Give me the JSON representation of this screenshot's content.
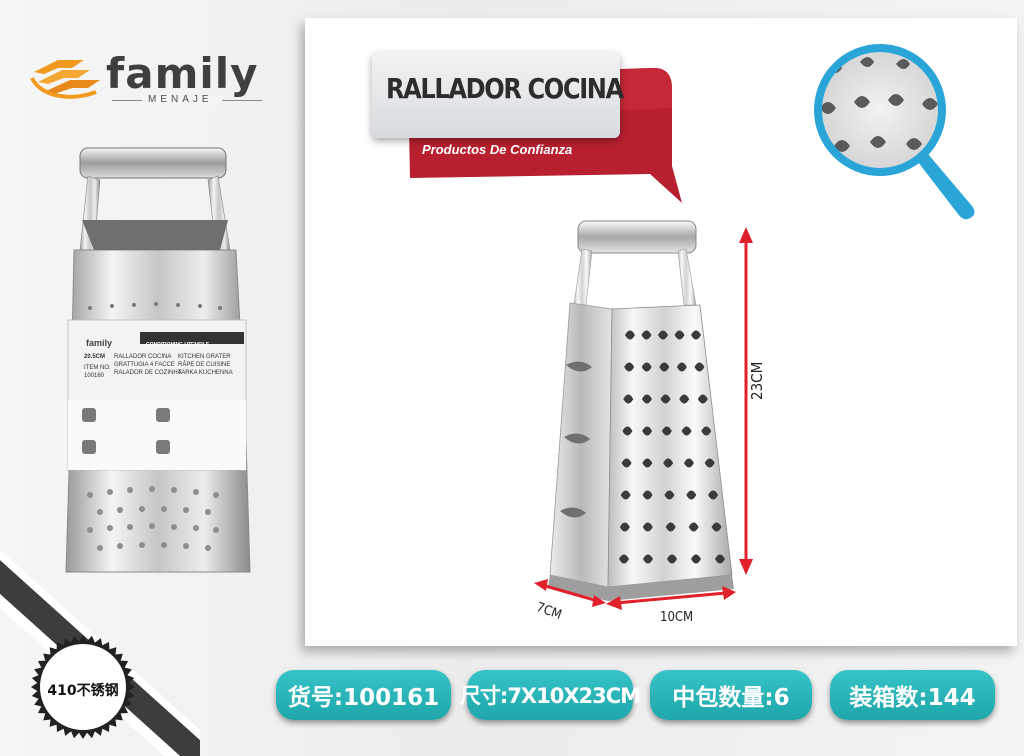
{
  "brand": {
    "name": "family",
    "tagline": "MENAJE",
    "colors": {
      "orange": "#f29a1f",
      "gray": "#3f3f3f"
    }
  },
  "product": {
    "title": "RALLADOR COCINA",
    "subtitle": "Productos De Confianza",
    "material_badge": "410不锈钢"
  },
  "dimensions": {
    "height": "23CM",
    "width": "10CM",
    "depth": "7CM"
  },
  "package_card": {
    "brand": "family",
    "series": "CONDITIONING UTENSILS",
    "size": "20.5CM",
    "item_label": "ITEM NO:",
    "item_no": "100160",
    "names_col1": [
      "RALLADOR COCINA",
      "GRATTUGIA 4 FACCE",
      "RALADOR DE COZINHA"
    ],
    "names_col2": [
      "KITCHEN GRATER",
      "RÂPE DE CUISINE",
      "TARKA KUCHENNA"
    ]
  },
  "info": {
    "item": "货号:100161",
    "size": "尺寸:7X10X23CM",
    "inner_pack": "中包数量:6",
    "carton": "装箱数:144"
  },
  "colors": {
    "accent_teal": "#26b3b7",
    "banner_red": "#b8202f",
    "dim_arrow": "#e0202a",
    "magnifier_blue": "#2aa5d8"
  },
  "icons": [
    "family-logo-icon",
    "magnifier-icon",
    "height-arrow-icon",
    "width-arrow-icon",
    "depth-arrow-icon"
  ]
}
